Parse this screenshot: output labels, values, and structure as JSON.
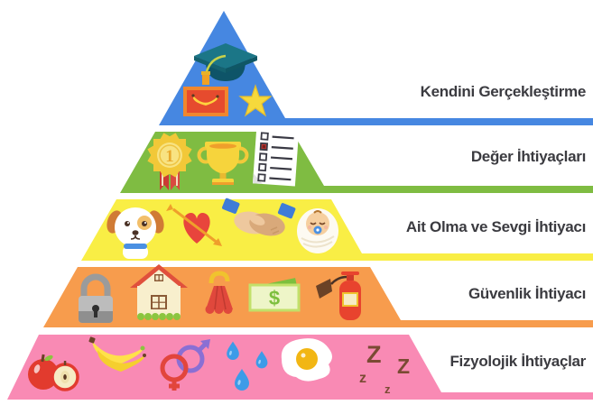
{
  "background": "#ffffff",
  "text_color": "#3b3b40",
  "levels": [
    {
      "name": "self-actualization",
      "label": "Kendini Gerçekleştirme",
      "color": "#4687e1",
      "icons": [
        "graduation-cap",
        "banana-picture",
        "star"
      ]
    },
    {
      "name": "esteem",
      "label": "Değer İhtiyaçları",
      "color": "#7fbc42",
      "icons": [
        "medal",
        "trophy",
        "checklist"
      ]
    },
    {
      "name": "love-belonging",
      "label": "Ait Olma ve Sevgi İhtiyacı",
      "color": "#f9ee45",
      "icons": [
        "dog",
        "heart-with-arrow",
        "handshake",
        "baby"
      ]
    },
    {
      "name": "safety",
      "label": "Güvenlik İhtiyacı",
      "color": "#f79c4d",
      "icons": [
        "padlock",
        "house",
        "umbrella",
        "money",
        "fire-extinguisher"
      ]
    },
    {
      "name": "physiological",
      "label": "Fizyolojik İhtiyaçlar",
      "color": "#f98ab4",
      "icons": [
        "apple",
        "bananas",
        "gender-symbols",
        "water-drops",
        "fried-egg",
        "sleep-zzz"
      ]
    }
  ],
  "icon_glyphs": {
    "medal_number": "1",
    "money_symbol": "$",
    "sleep": [
      "Z",
      "z",
      "Z",
      "z"
    ]
  }
}
